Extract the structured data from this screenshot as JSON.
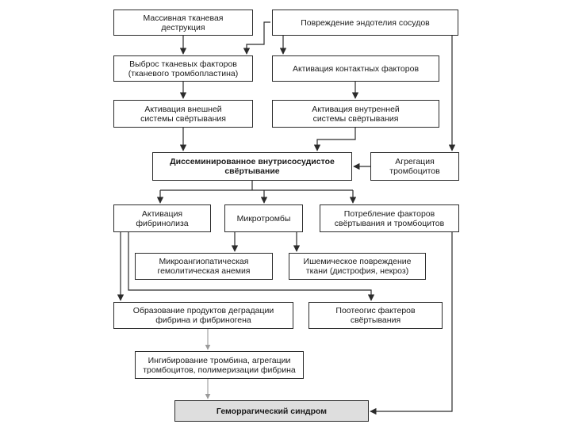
{
  "diagram": {
    "nodes": [
      {
        "id": "b-mass",
        "name": "node-massive-tissue-destruction",
        "text": "Массивная тканевая\nдеструкция"
      },
      {
        "id": "b-endo",
        "name": "node-endothelial-damage",
        "text": "Повреждение эндотелия сосудов"
      },
      {
        "id": "b-tiss",
        "name": "node-tissue-factor-release",
        "text": "Выброс тканевых факторов\n(тканевого тромбопластина)"
      },
      {
        "id": "b-cont",
        "name": "node-contact-factor-activation",
        "text": "Активация контактных факторов"
      },
      {
        "id": "b-ext",
        "name": "node-extrinsic-activation",
        "text": "Активация внешней\nсистемы свёртывания"
      },
      {
        "id": "b-int",
        "name": "node-intrinsic-activation",
        "text": "Активация внутренней\nсистемы свёртывания"
      },
      {
        "id": "b-dic",
        "name": "node-dic",
        "text": "Диссеминированное внутрисосудистое\nсвёртывание"
      },
      {
        "id": "b-agg",
        "name": "node-platelet-aggregation",
        "text": "Агрегация\nтромбоцитов"
      },
      {
        "id": "b-fibr",
        "name": "node-fibrinolysis-activation",
        "text": "Активация\nфибринолиза"
      },
      {
        "id": "b-micro",
        "name": "node-microthrombi",
        "text": "Микротромбы"
      },
      {
        "id": "b-cons",
        "name": "node-factor-consumption",
        "text": "Потребление факторов\nсвёртывания и тромбоцитов"
      },
      {
        "id": "b-mah",
        "name": "node-microangiopathic-anemia",
        "text": "Микроангиопатическая\nгемолитическая анемия"
      },
      {
        "id": "b-isch",
        "name": "node-ischemic-damage",
        "text": "Ишемическое повреждение\nткани (дистрофия, некроз)"
      },
      {
        "id": "b-fdp",
        "name": "node-fibrin-degradation-products",
        "text": "Образование продуктов деградации\nфибрина и фибриногена"
      },
      {
        "id": "b-loss",
        "name": "node-factor-loss",
        "text": "Поотеогис фактеров\nсвёртывания"
      },
      {
        "id": "b-inh",
        "name": "node-inhibition",
        "text": "Ингибирование тромбина, агрегации\nтромбоцитов, полимеризации фибрина"
      },
      {
        "id": "b-hem",
        "name": "node-hemorrhagic-syndrome",
        "text": "Геморрагический синдром"
      }
    ],
    "colors": {
      "line": "#2b2b2b",
      "faint_line": "#9a9a9a",
      "highlight_fill": "#dedede"
    }
  }
}
